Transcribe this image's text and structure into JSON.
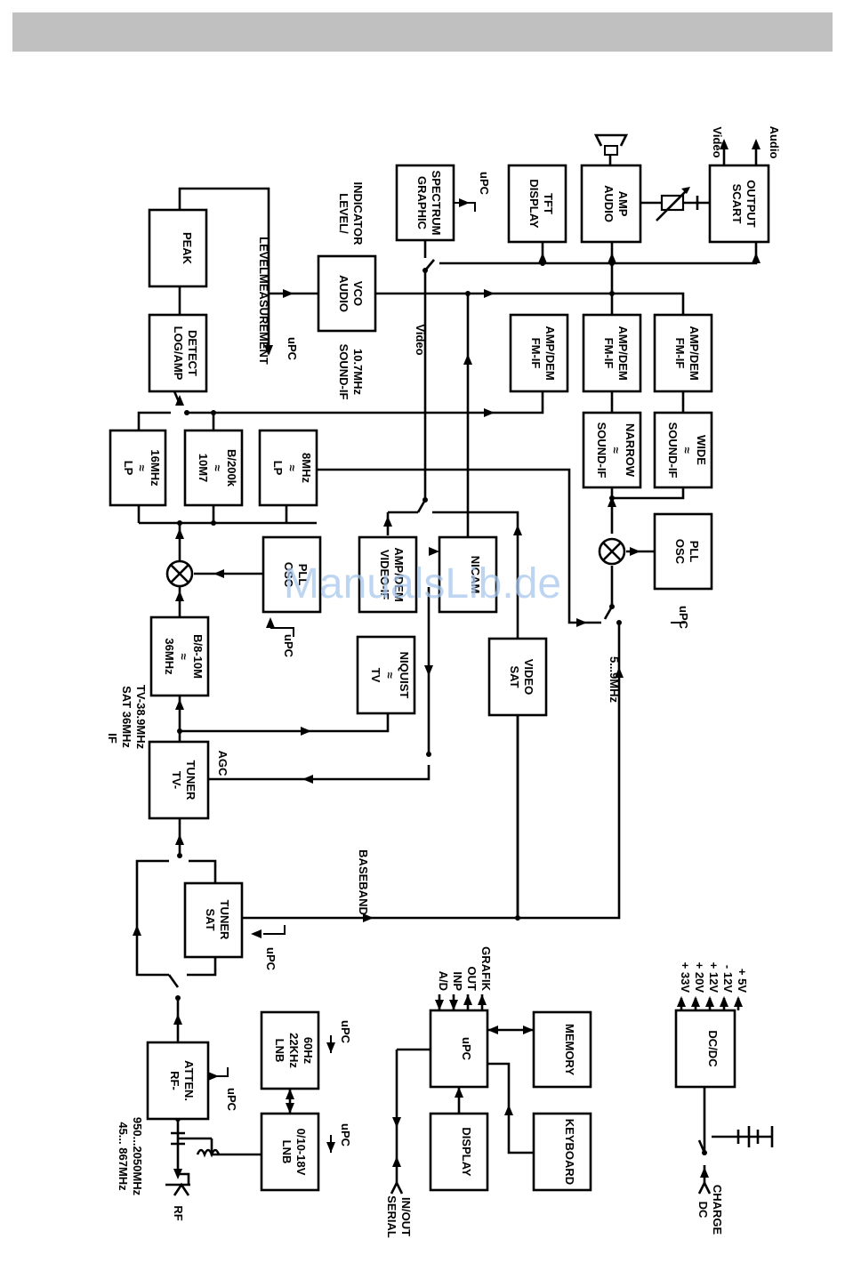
{
  "blocks": {
    "peak": "PEAK",
    "log_amp": [
      "LOG/AMP",
      "DETECT"
    ],
    "lp16": [
      "LP",
      "≈",
      "16MHz"
    ],
    "bp10m": [
      "10M7",
      "≈",
      "B/200k"
    ],
    "lp8": [
      "LP",
      "≈",
      "8MHz"
    ],
    "osc_pll1": [
      "OSC",
      "PLL"
    ],
    "bp36": [
      "36MHz",
      "≈",
      "B/8-10M"
    ],
    "tv_niquist": [
      "TV",
      "≈",
      "NIQUIST"
    ],
    "tv_tuner": [
      "TV-",
      "TUNER"
    ],
    "sat_tuner": [
      "SAT",
      "TUNER"
    ],
    "rf_atten": [
      "RF-",
      "ATTEN."
    ],
    "lnb22": [
      "LNB",
      "22KHz",
      "60Hz"
    ],
    "lnb0": [
      "LNB",
      "0/10-18V"
    ],
    "audio_vco": [
      "AUDIO",
      "VCO"
    ],
    "graphic": [
      "GRAPHIC",
      "SPECTRUM"
    ],
    "display_tft": [
      "DISPLAY",
      "TFT"
    ],
    "audio_amp": [
      "AUDIO",
      "AMP"
    ],
    "scart": [
      "SCART",
      "OUTPUT"
    ],
    "fm1": [
      "FM-IF",
      "AMP/DEM"
    ],
    "fm2": [
      "FM-IF",
      "AMP/DEM"
    ],
    "fm3": [
      "FM-IF",
      "AMP/DEM"
    ],
    "snd_narrow": [
      "SOUND-IF",
      "≈",
      "NARROW"
    ],
    "snd_wide": [
      "SOUND-IF",
      "≈",
      "WIDE"
    ],
    "video_if": [
      "VIDEO-IF",
      "AMP/DEM"
    ],
    "nicam": "NICAM",
    "osc_pll2": [
      "OSC",
      "PLL"
    ],
    "sat_video": [
      "SAT",
      "VIDEO"
    ],
    "upc": "uPC",
    "memory": "MEMORY",
    "display": "DISPLAY",
    "keyboard": "KEYBOARD",
    "dcdc": "DC/DC"
  },
  "labels": {
    "rf": "RF",
    "rf_range": [
      "45... 867MHz",
      "950...2050MHz"
    ],
    "if": [
      "IF",
      "SAT 36MHz",
      "TV-38.9MHz"
    ],
    "agc": "AGC",
    "baseband": "BASEBAND",
    "levelmeasurement": "LEVELMEASUREMENT",
    "level_indicator": [
      "LEVEL/",
      "INDICATOR"
    ],
    "sound_if": [
      "SOUND-IF",
      "10.7MHz"
    ],
    "video": "Video",
    "scart_video": "Video",
    "scart_audio": "Audio",
    "mhz_range": "5...9MHz",
    "upc": "uPC",
    "serial": [
      "SERIAL",
      "IN/OUT"
    ],
    "upc_io": [
      "A/D",
      "INP",
      "OUT",
      "GRAFIK"
    ],
    "dc_charge": [
      "DC",
      "CHARGE"
    ],
    "voltages": [
      "+ 33V",
      "+ 20V",
      "+ 12V",
      "- 12V",
      "+  5V"
    ]
  },
  "watermark": "ManualsLib.de"
}
